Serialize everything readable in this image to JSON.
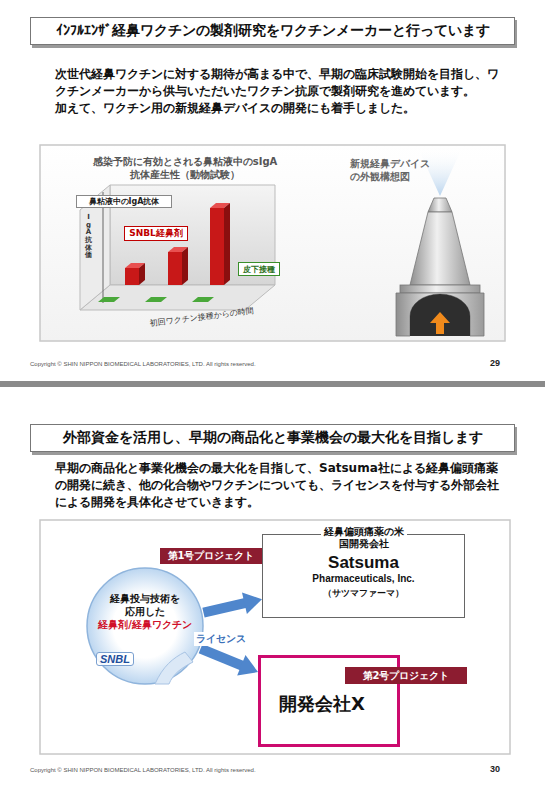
{
  "diagram": {
    "nodes": [
      {
        "text": [
          "ｲﾝﾌﾙｴﾝｻﾞ経鼻ワクチンの製剤研究をワクチンメーカーと行っています"
        ]
      },
      {
        "text": [
          "鼻粘液中のIgA抗体"
        ]
      },
      {
        "text": [
          "SNBL経鼻剤"
        ]
      },
      {
        "text": [
          "皮下接種"
        ]
      },
      {
        "text": [
          "外部資金を活用し、早期の商品化と事業機会の最大化を目指します"
        ]
      },
      {
        "text": [
          "経鼻投与技術を応用した",
          "経鼻剤/経鼻ワクチン"
        ]
      },
      {
        "text": [
          "経鼻偏頭痛薬の米国開発会社",
          "Satsuma",
          "Pharmaceuticals, Inc.",
          "（サツマファーマ）"
        ]
      },
      {
        "text": [
          "第1号プロジェクト"
        ]
      },
      {
        "text": [
          "開発会社X"
        ]
      },
      {
        "text": [
          "第2号プロジェクト"
        ]
      }
    ],
    "edges": [
      {
        "from": 5,
        "to": 6,
        "arrow": "to"
      },
      {
        "from": 5,
        "to": 8,
        "label": "ライセンス",
        "arrow": "to"
      }
    ],
    "labels": [
      "次世代経鼻ワクチンに対する期待が高まる中で、早期の臨床試験開始を目指し、ワクチンメーカーから供与いただいたワクチン抗原で製剤研究を進めています。",
      "加えて、ワクチン用の新規経鼻デバイスの開発にも着手しました。",
      "感染予防に有効とされる鼻粘液中のsIgA抗体産生性（動物試験）",
      "IgA抗体価",
      "初回ワクチン接種からの時間",
      "新規経鼻デバイスの外観構想図",
      "Copyright © SHIN NIPPON BIOMEDICAL LABORATORIES, LTD. All rights reserved.",
      "29",
      "早期の商品化と事業化機会の最大化を目指して、Satsuma社による経鼻偏頭痛薬の開発に続き、他の化合物やワクチンについても、ライセンスを付与する外部会社による開発を具体化させていきます。",
      "SNBL",
      "Copyright © SHIN NIPPON BIOMEDICAL LABORATORIES, LTD. All rights reserved.",
      "30"
    ]
  }
}
